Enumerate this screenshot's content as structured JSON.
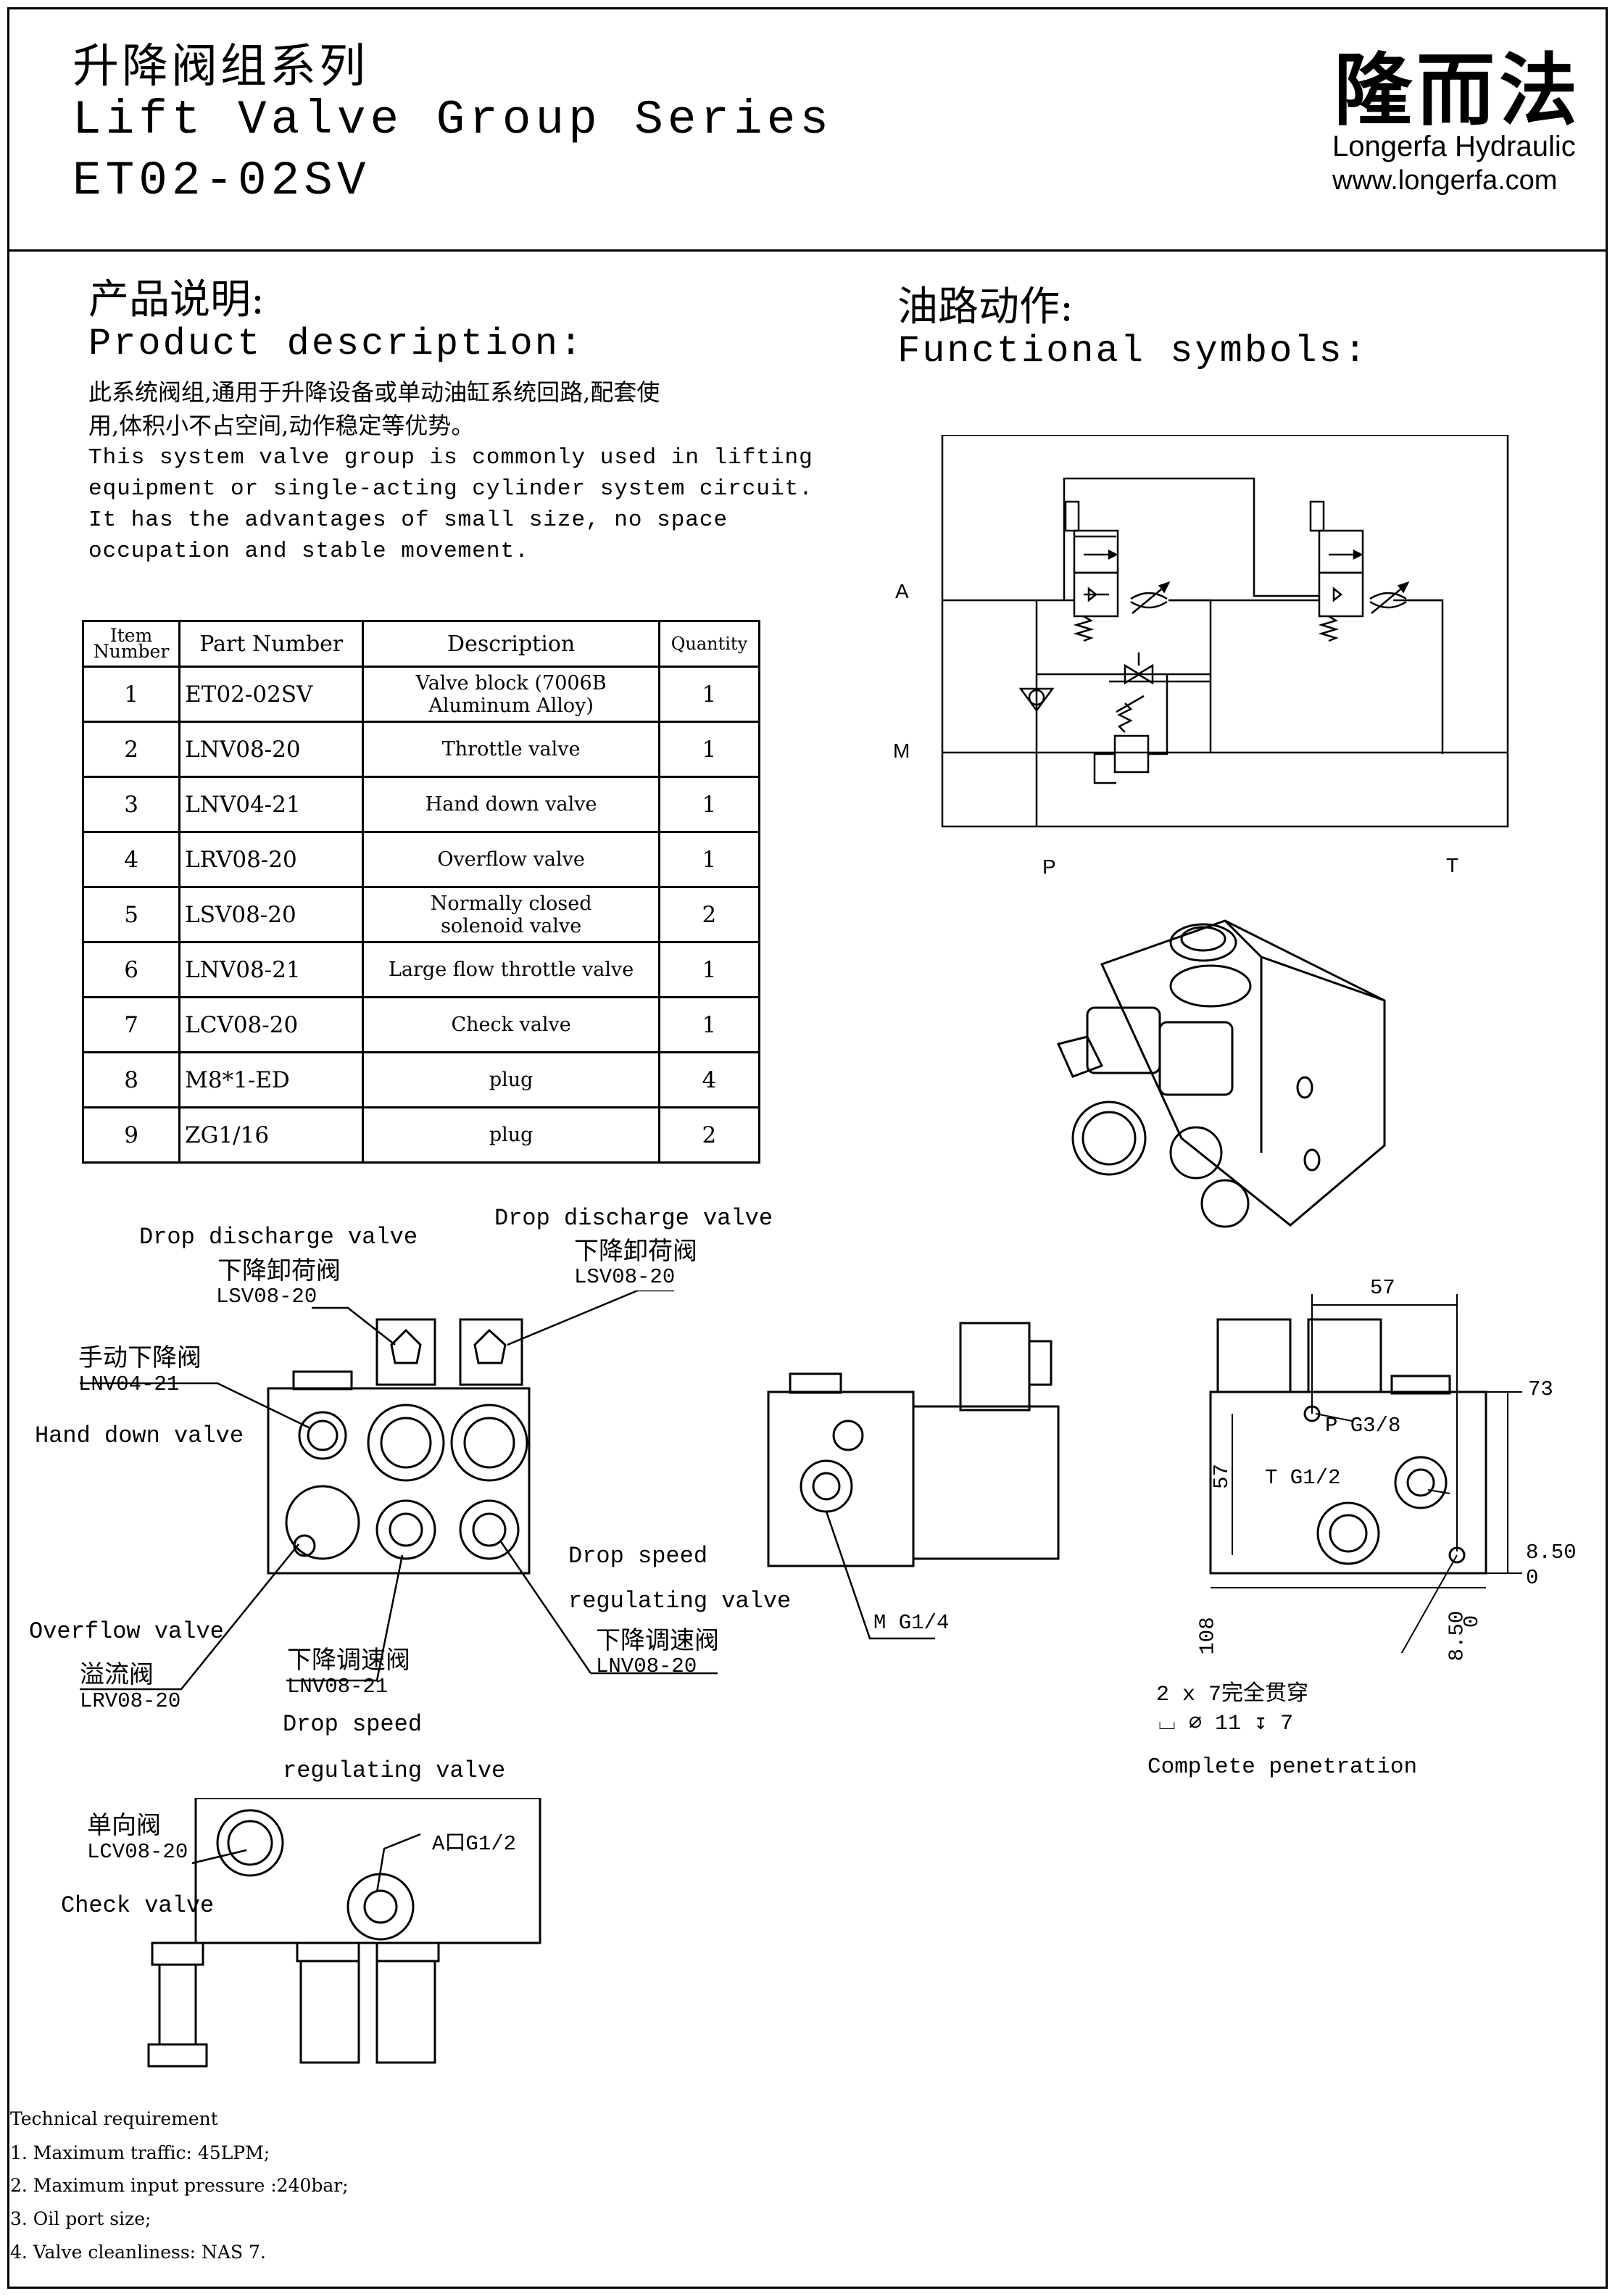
{
  "header": {
    "title_cn": "升降阀组系列",
    "title_en": "Lift Valve Group Series",
    "model": "ET02-02SV",
    "brand_cn": "隆而法",
    "brand_en": "Longerfa Hydraulic",
    "website": "www.longerfa.com"
  },
  "product": {
    "heading_cn": "产品说明:",
    "heading_en": "Product description:",
    "desc_cn_1": "此系统阀组,通用于升降设备或单动油缸系统回路,配套使",
    "desc_cn_2": "用,体积小不占空间,动作稳定等优势。",
    "desc_en_1": "This system valve group is commonly used in lifting",
    "desc_en_2": "equipment or single-acting cylinder system circuit.",
    "desc_en_3": "It has the advantages of small size, no space",
    "desc_en_4": "occupation and stable movement."
  },
  "functional": {
    "heading_cn": "油路动作:",
    "heading_en": "Functional symbols:",
    "port_a": "A",
    "port_m": "M",
    "port_p": "P",
    "port_t": "T"
  },
  "parts_table": {
    "headers": {
      "item_1": "Item",
      "item_2": "Number",
      "part": "Part Number",
      "desc": "Description",
      "qty": "Quantity"
    },
    "rows": [
      {
        "item": "1",
        "part": "ET02-02SV",
        "desc1": "Valve block (7006B",
        "desc2": "Aluminum Alloy)",
        "qty": "1"
      },
      {
        "item": "2",
        "part": "LNV08-20",
        "desc1": "Throttle valve",
        "desc2": "",
        "qty": "1"
      },
      {
        "item": "3",
        "part": "LNV04-21",
        "desc1": "Hand down valve",
        "desc2": "",
        "qty": "1"
      },
      {
        "item": "4",
        "part": "LRV08-20",
        "desc1": "Overflow valve",
        "desc2": "",
        "qty": "1"
      },
      {
        "item": "5",
        "part": "LSV08-20",
        "desc1": "Normally closed",
        "desc2": "solenoid valve",
        "qty": "2"
      },
      {
        "item": "6",
        "part": "LNV08-21",
        "desc1": "Large flow throttle valve",
        "desc2": "",
        "qty": "1"
      },
      {
        "item": "7",
        "part": "LCV08-20",
        "desc1": "Check valve",
        "desc2": "",
        "qty": "1"
      },
      {
        "item": "8",
        "part": "M8*1-ED",
        "desc1": "plug",
        "desc2": "",
        "qty": "4"
      },
      {
        "item": "9",
        "part": "ZG1/16",
        "desc1": "plug",
        "desc2": "",
        "qty": "2"
      }
    ]
  },
  "callouts": {
    "drop_discharge_en": "Drop discharge valve",
    "drop_discharge_cn": "下降卸荷阀",
    "drop_discharge_code": "LSV08-20",
    "hand_down_cn": "手动下降阀",
    "hand_down_code": "LNV04-21",
    "hand_down_en": "Hand down valve",
    "overflow_en": "Overflow valve",
    "overflow_cn": "溢流阀",
    "overflow_code": "LRV08-20",
    "drop_speed_cn": "下降调速阀",
    "drop_speed_code_21": "LNV08-21",
    "drop_speed_code_20": "LNV08-20",
    "drop_speed_en_1": "Drop speed",
    "drop_speed_en_2": "regulating valve",
    "check_cn": "单向阀",
    "check_code": "LCV08-20",
    "check_en": "Check valve",
    "port_a_label": "A口G1/2",
    "port_m_label": "M G1/4",
    "port_p_label": "P G3/8",
    "port_t_label": "T G1/2"
  },
  "dimensions": {
    "d57_top": "57",
    "d73": "73",
    "d57_side": "57",
    "d850_a": "8.50",
    "d0": "0",
    "d108": "108",
    "d850_b": "8.50",
    "d0_b": "0",
    "hole_note": "2 x 7完全贯穿",
    "counterbore": "⌴ ⌀ 11 ↧ 7",
    "complete_penetration": "Complete penetration"
  },
  "tech": {
    "title": "Technical requirement",
    "r1": "1. Maximum traffic: 45LPM;",
    "r2": "2. Maximum input pressure :240bar;",
    "r3": "3. Oil port size;",
    "r4": "4. Valve cleanliness: NAS 7."
  }
}
